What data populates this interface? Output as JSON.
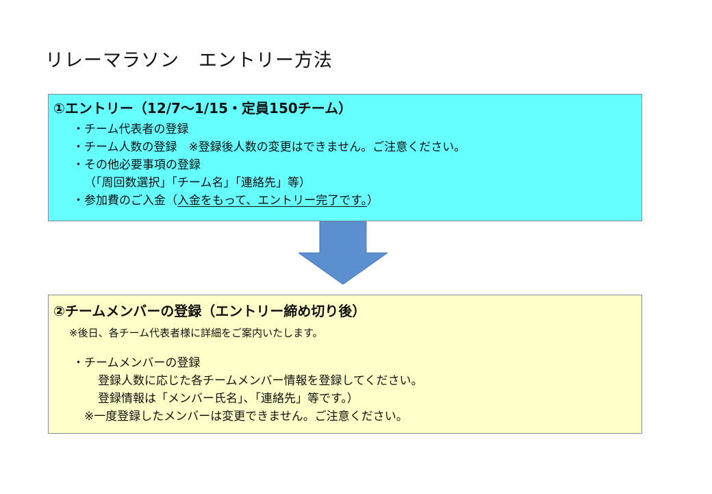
{
  "title": "リレーマラソン　エントリー方法",
  "step1": {
    "heading": "①エントリー（12/7～1/15・定員150チーム）",
    "items": [
      "・チーム代表者の登録",
      "・チーム人数の登録　※登録後人数の変更はできません。ご注意ください。",
      "・その他必要事項の登録",
      "（「周回数選択」「チーム名」「連絡先」等）"
    ],
    "payment_prefix": "・参加費のご入金（",
    "payment_underlined": "入金をもって、エントリー完了です。",
    "payment_suffix": "）",
    "background_color": "#66ffff"
  },
  "arrow": {
    "icon": "down-arrow-icon",
    "color": "#5b8fd0"
  },
  "step2": {
    "heading": "②チームメンバーの登録（エントリー締め切り後）",
    "note": "※後日、各チーム代表者様に詳細をご案内いたします。",
    "item_title": "・チームメンバーの登録",
    "item_lines": [
      "登録人数に応じた各チームメンバー情報を登録してください。",
      "登録情報は「メンバー氏名」、「連絡先」等です。）"
    ],
    "warning": "※一度登録したメンバーは変更できません。ご注意ください。",
    "background_color": "#ffffc7"
  }
}
